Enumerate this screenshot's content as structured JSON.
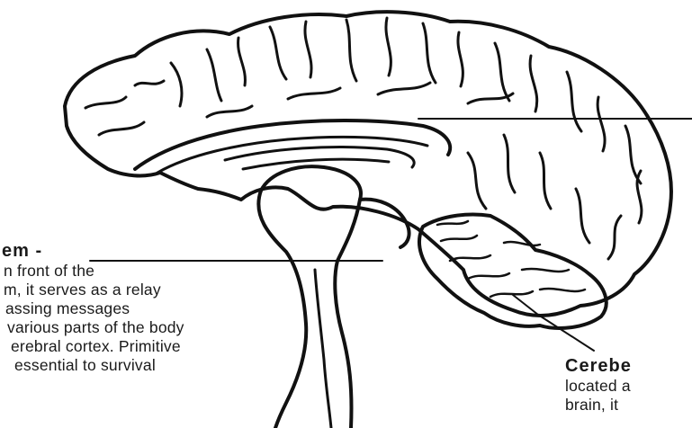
{
  "labels": {
    "brainstem": {
      "title": "em -",
      "lines": [
        "n front of the",
        "m, it serves as a relay",
        "assing messages",
        "various parts of the body",
        "erebral cortex. Primitive",
        "essential to survival"
      ]
    },
    "cerebellum": {
      "title": "Cerebe",
      "lines": [
        "located a",
        "brain, it"
      ]
    }
  },
  "colors": {
    "ink": "#111111",
    "background": "#ffffff"
  }
}
